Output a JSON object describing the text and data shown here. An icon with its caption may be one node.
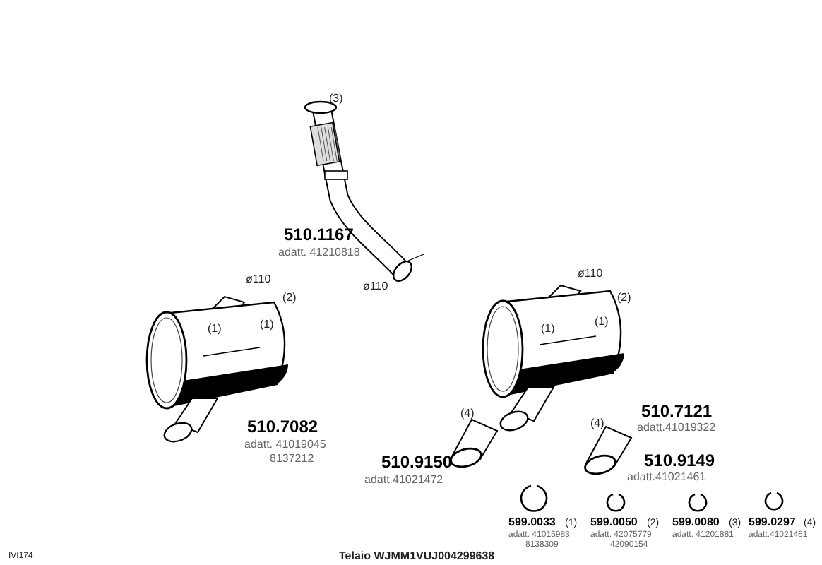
{
  "diagram": {
    "labels": [
      "(3)",
      "510.1167",
      "adatt. 41210818",
      "ø110",
      "ø110",
      "ø110",
      "(2)",
      "(1)",
      "(1)",
      "(2)",
      "(1)",
      "(1)",
      "510.7082",
      "adatt. 41019045",
      "8137212",
      "(4)",
      "(4)",
      "510.7121",
      "adatt.41019322",
      "510.9150",
      "adatt.41021472",
      "510.9149",
      "adatt.41021461",
      "599.0033",
      "(1)",
      "adatt. 41015983",
      "8138309",
      "599.0050",
      "(2)",
      "adatt. 42075779",
      "42090154",
      "599.0080",
      "(3)",
      "adatt. 41201881",
      "599.0297",
      "(4)",
      "adatt.41021461",
      "IVI174",
      "Telaio WJMM1VUJ004299638"
    ]
  }
}
